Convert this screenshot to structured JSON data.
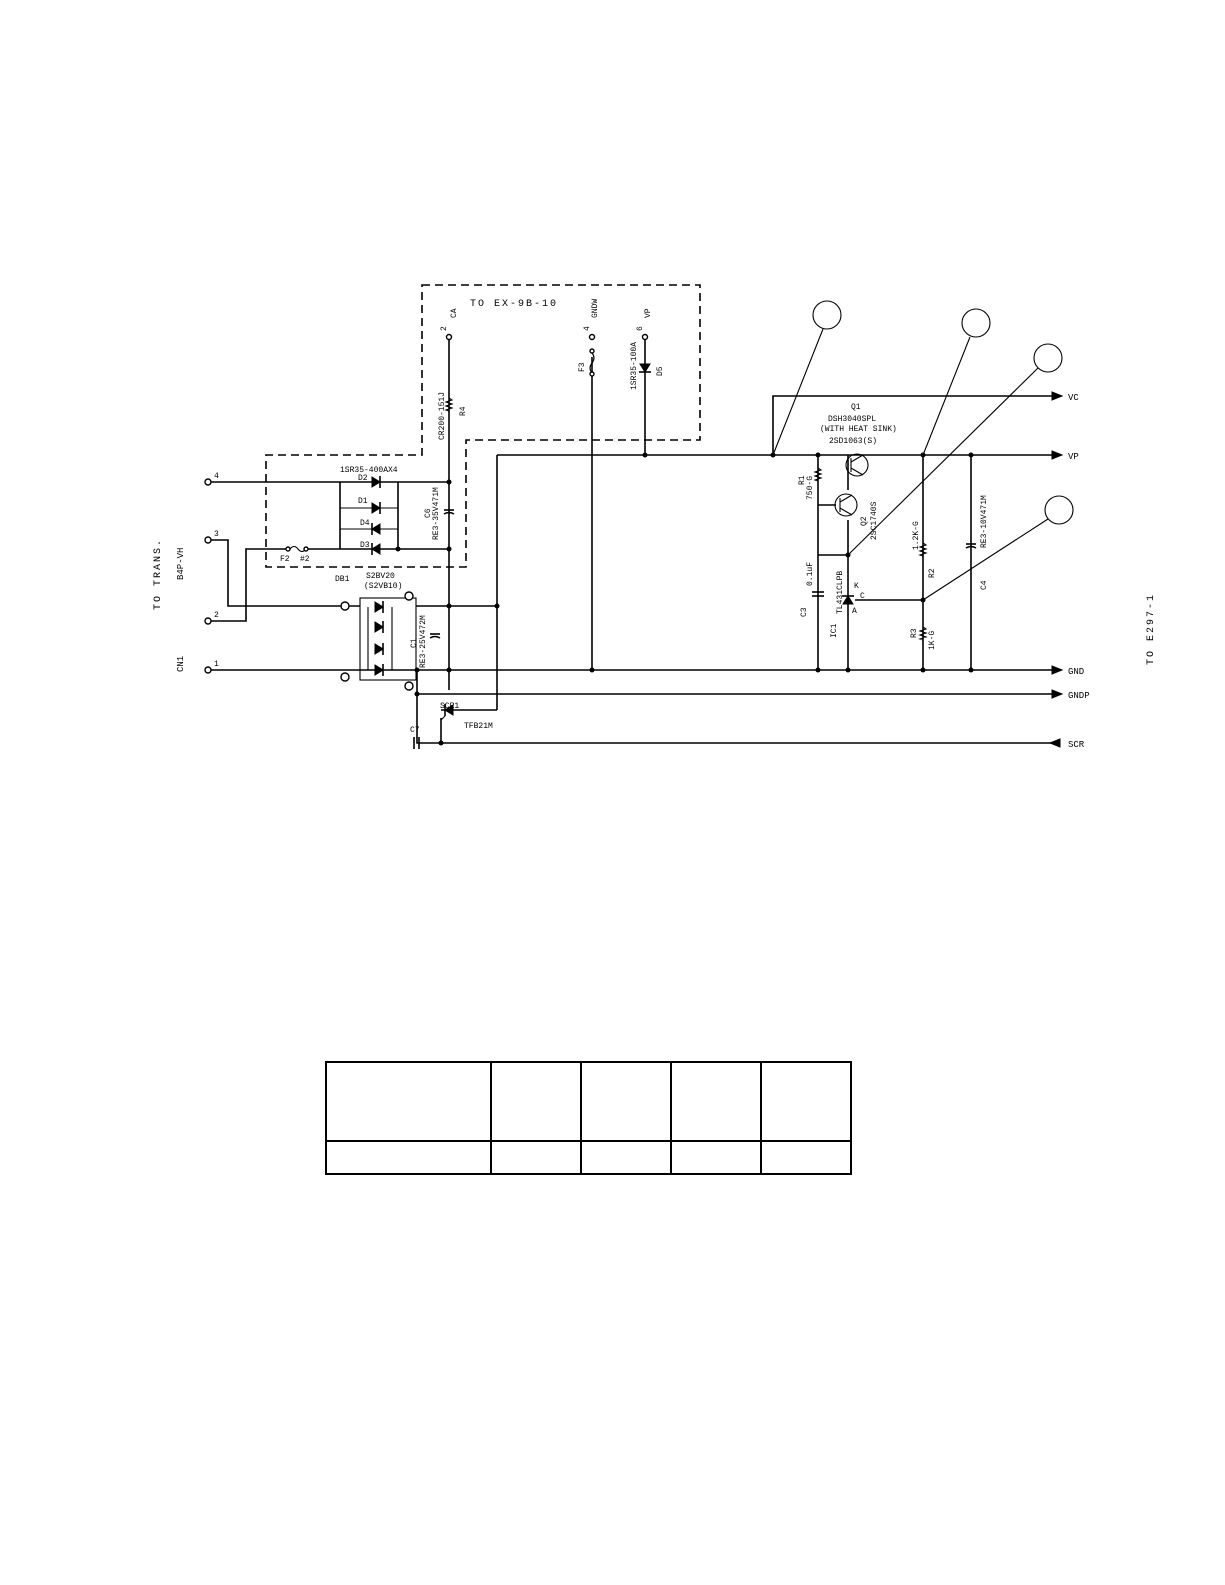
{
  "diagram": {
    "header_ex": "TO EX-9B-10",
    "header_trans": "TO TRANS.",
    "harness": "B4P-VH",
    "connector": "CN1",
    "side_label": "TO E297-1",
    "pins": {
      "p4": "4",
      "p3": "3",
      "p2": "2",
      "p1": "1"
    },
    "ext_pins": {
      "ca_num": "2",
      "ca": "CA",
      "gndw_num": "4",
      "gndw": "GNDW",
      "vp_num": "6",
      "vp": "VP"
    },
    "outputs": {
      "vc": "VC",
      "vp": "VP",
      "gnd": "GND",
      "gndp": "GNDP",
      "scr": "SCR"
    },
    "parts": {
      "r4": "R4",
      "r4_val": "CR200-151J",
      "f3": "F3",
      "d5": "D5",
      "d5_val": "1SR35-100A",
      "d_group": "1SR35-400AX4",
      "d1": "D1",
      "d2": "D2",
      "d3": "D3",
      "d4": "D4",
      "c6": "C6",
      "c6_val": "RE3-35V471M",
      "f2": "F2",
      "f2_val": "#2",
      "db1": "DB1",
      "db1_val": "S2BV20",
      "db1_alt": "(S2VB10)",
      "c1": "C1",
      "c1_val": "RE3-25V472M",
      "scr1": "SCR1",
      "scr1_val": "TFB21M",
      "c7": "C7",
      "q1": "Q1",
      "q1_val": "DSH3040SPL",
      "q1_note": "(WITH HEAT SINK)",
      "q1_alt": "2SD1063(S)",
      "r1": "R1",
      "r1_val": "750-G",
      "q2": "Q2",
      "q2_val": "2SC1740S",
      "c3": "C3",
      "c3_val": "0.1uF",
      "ic1": "IC1",
      "ic1_val": "TL431CLPB",
      "r2": "R2",
      "r2_val": "1.2K-G",
      "r3": "R3",
      "r3_val": "1K-G",
      "c4": "C4",
      "c4_val": "RE3-10V471M",
      "k": "K",
      "a": "A",
      "c": "C"
    }
  },
  "table": {
    "header": [
      "",
      "",
      "",
      "",
      ""
    ],
    "row": [
      "",
      "",
      "",
      "",
      ""
    ]
  }
}
